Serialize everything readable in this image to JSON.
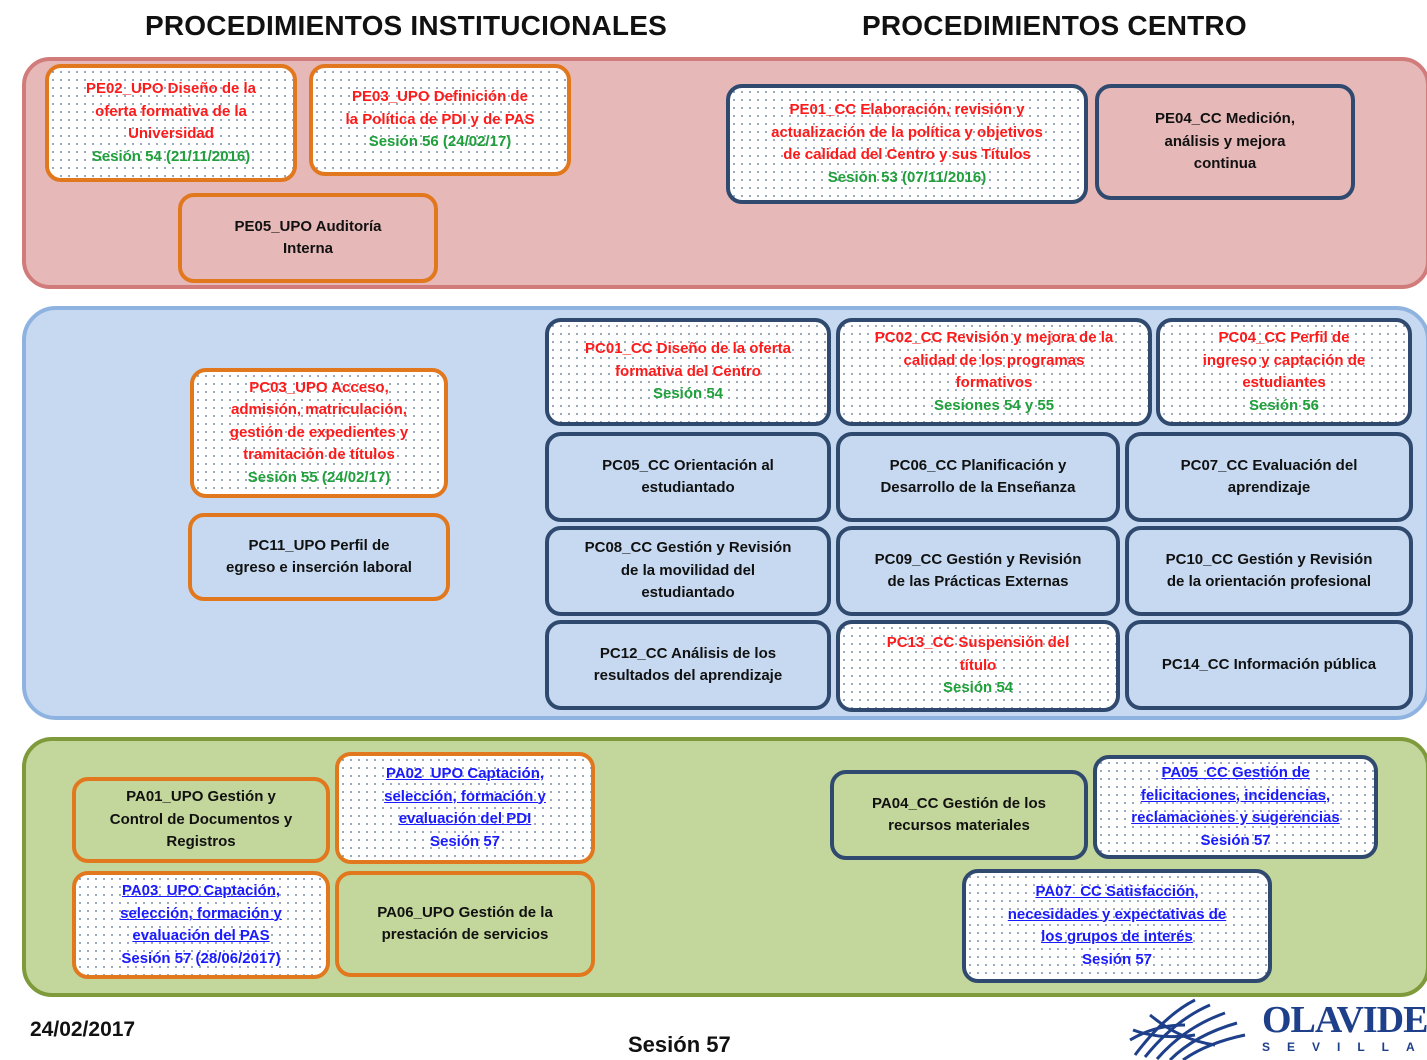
{
  "header": {
    "left_title": "PROCEDIMIENTOS INSTITUCIONALES",
    "right_title": "PROCEDIMIENTOS CENTRO"
  },
  "boxes": {
    "pe02": {
      "l1": "PE02_UPO Diseño de la",
      "l2": "oferta formativa de la",
      "l3": "Universidad",
      "session": "Sesión 54 (21/11/2016)"
    },
    "pe03": {
      "l1": "PE03_UPO Definición de",
      "l2": "la Política de PDI y de PAS",
      "session": "Sesión 56 (24/02/17)"
    },
    "pe05": {
      "l1": "PE05_UPO Auditoría",
      "l2": "Interna"
    },
    "pe01": {
      "l1": "PE01_CC Elaboración, revisión y",
      "l2": "actualización de la política y objetivos",
      "l3": "de calidad del Centro y sus Títulos",
      "session": "Sesión 53 (07/11/2016)"
    },
    "pe04": {
      "l1": "PE04_CC Medición,",
      "l2": "análisis y mejora",
      "l3": "continua"
    },
    "pc03": {
      "l1": "PC03_UPO Acceso,",
      "l2": "admisión, matriculación,",
      "l3": "gestión de expedientes y",
      "l4": "tramitación de títulos",
      "session": "Sesión 55 (24/02/17)"
    },
    "pc11": {
      "l1": "PC11_UPO Perfil de",
      "l2": "egreso e inserción laboral"
    },
    "pc01": {
      "l1": "PC01_CC Diseño de la oferta",
      "l2": "formativa del Centro",
      "session": "Sesión 54"
    },
    "pc02": {
      "l1": "PC02_CC Revisión y mejora de la",
      "l2": "calidad de los programas",
      "l3": "formativos",
      "session": "Sesiones 54 y 55"
    },
    "pc04": {
      "l1": "PC04_CC Perfil de",
      "l2": "ingreso y captación de",
      "l3": "estudiantes",
      "session": "Sesión 56"
    },
    "pc05": {
      "l1": "PC05_CC Orientación al",
      "l2": "estudiantado"
    },
    "pc06": {
      "l1": "PC06_CC Planificación y",
      "l2": "Desarrollo de la Enseñanza"
    },
    "pc07": {
      "l1": "PC07_CC Evaluación del",
      "l2": "aprendizaje"
    },
    "pc08": {
      "l1": "PC08_CC Gestión y Revisión",
      "l2": "de la movilidad del",
      "l3": "estudiantado"
    },
    "pc09": {
      "l1": "PC09_CC Gestión y Revisión",
      "l2": "de las Prácticas Externas"
    },
    "pc10": {
      "l1": "PC10_CC Gestión y Revisión",
      "l2": "de la orientación profesional"
    },
    "pc12": {
      "l1": "PC12_CC Análisis de los",
      "l2": "resultados del aprendizaje"
    },
    "pc13": {
      "l1": "PC13_CC Suspensión del",
      "l2": "título",
      "session": "Sesión 54"
    },
    "pc14": {
      "l1": "PC14_CC Información pública"
    },
    "pa01": {
      "l1": "PA01_UPO Gestión y",
      "l2": "Control de Documentos y",
      "l3": "Registros"
    },
    "pa02": {
      "l1": "PA02_UPO Captación,",
      "l2": "selección, formación y",
      "l3": "evaluación del PDI",
      "session": "Sesión 57"
    },
    "pa03": {
      "l1": "PA03_UPO Captación,",
      "l2": "selección, formación y",
      "l3": "evaluación del PAS",
      "session": "Sesión 57 (28/06/2017)"
    },
    "pa06": {
      "l1": "PA06_UPO Gestión de la",
      "l2": "prestación de servicios"
    },
    "pa04": {
      "l1": "PA04_CC Gestión de los",
      "l2": "recursos materiales"
    },
    "pa05": {
      "l1": "PA05_CC Gestión de",
      "l2": "felicitaciones, incidencias,",
      "l3": "reclamaciones y sugerencias",
      "session": "Sesión 57"
    },
    "pa07": {
      "l1": "PA07_CC Satisfacción,",
      "l2": "necesidades y expectativas de",
      "l3": "los grupos de interés",
      "session": "Sesión 57"
    }
  },
  "footer": {
    "date": "24/02/2017",
    "session": "Sesión 57"
  },
  "logo": {
    "text": "OLAVIDE",
    "subtext": "SEVILLA"
  },
  "colors": {
    "strategic_band": "#e6b8b8",
    "core_band": "#c6d9f1",
    "support_band": "#c3d69b",
    "institutional_border": "#e2781e",
    "center_border": "#2f4a6e",
    "red_text": "#ff1a1a",
    "green_text": "#1fa03a",
    "link_text": "#1a1aff"
  }
}
